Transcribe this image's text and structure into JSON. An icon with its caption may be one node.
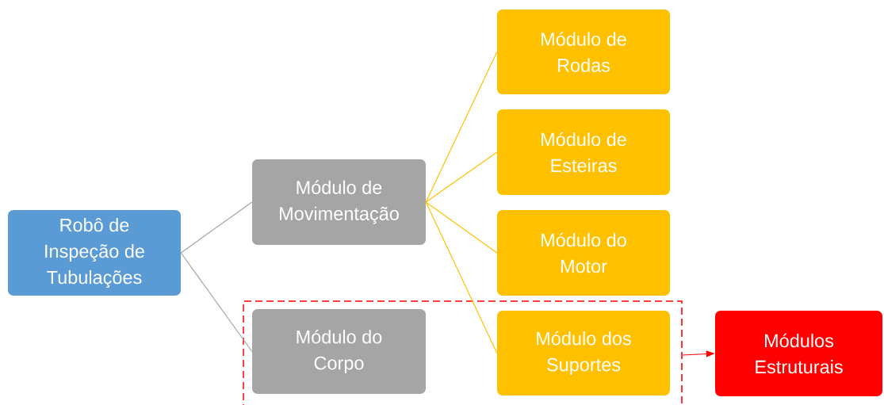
{
  "diagram": {
    "nodes": [
      {
        "text": [
          "Robô de Inspeção de Tubulações"
        ]
      },
      {
        "text": [
          "Módulo de Movimentação"
        ]
      },
      {
        "text": [
          "Módulo de Rodas"
        ]
      },
      {
        "text": [
          "Módulo de Esteiras"
        ]
      },
      {
        "text": [
          "Módulo do Motor"
        ]
      },
      {
        "text": [],
        "shape": "box"
      },
      {
        "text": [
          "Módulo do Corpo"
        ],
        "in": 5
      },
      {
        "text": [
          "Módulo dos Suportes"
        ],
        "in": 5
      },
      {
        "text": [
          "Módulos Estruturais"
        ]
      }
    ],
    "edges": [
      {
        "from": 0,
        "to": 1,
        "arrow": "none",
        "color": "#a5a5a5"
      },
      {
        "from": 0,
        "to": 6,
        "arrow": "none",
        "color": "#a5a5a5"
      },
      {
        "from": 1,
        "to": 2,
        "arrow": "none"
      },
      {
        "from": 1,
        "to": 3,
        "arrow": "none"
      },
      {
        "from": 1,
        "to": 4,
        "arrow": "none"
      },
      {
        "from": 1,
        "to": 7,
        "arrow": "none"
      },
      {
        "from": 5,
        "to": 8,
        "arrow": "to",
        "color": "#ff0000"
      }
    ]
  }
}
